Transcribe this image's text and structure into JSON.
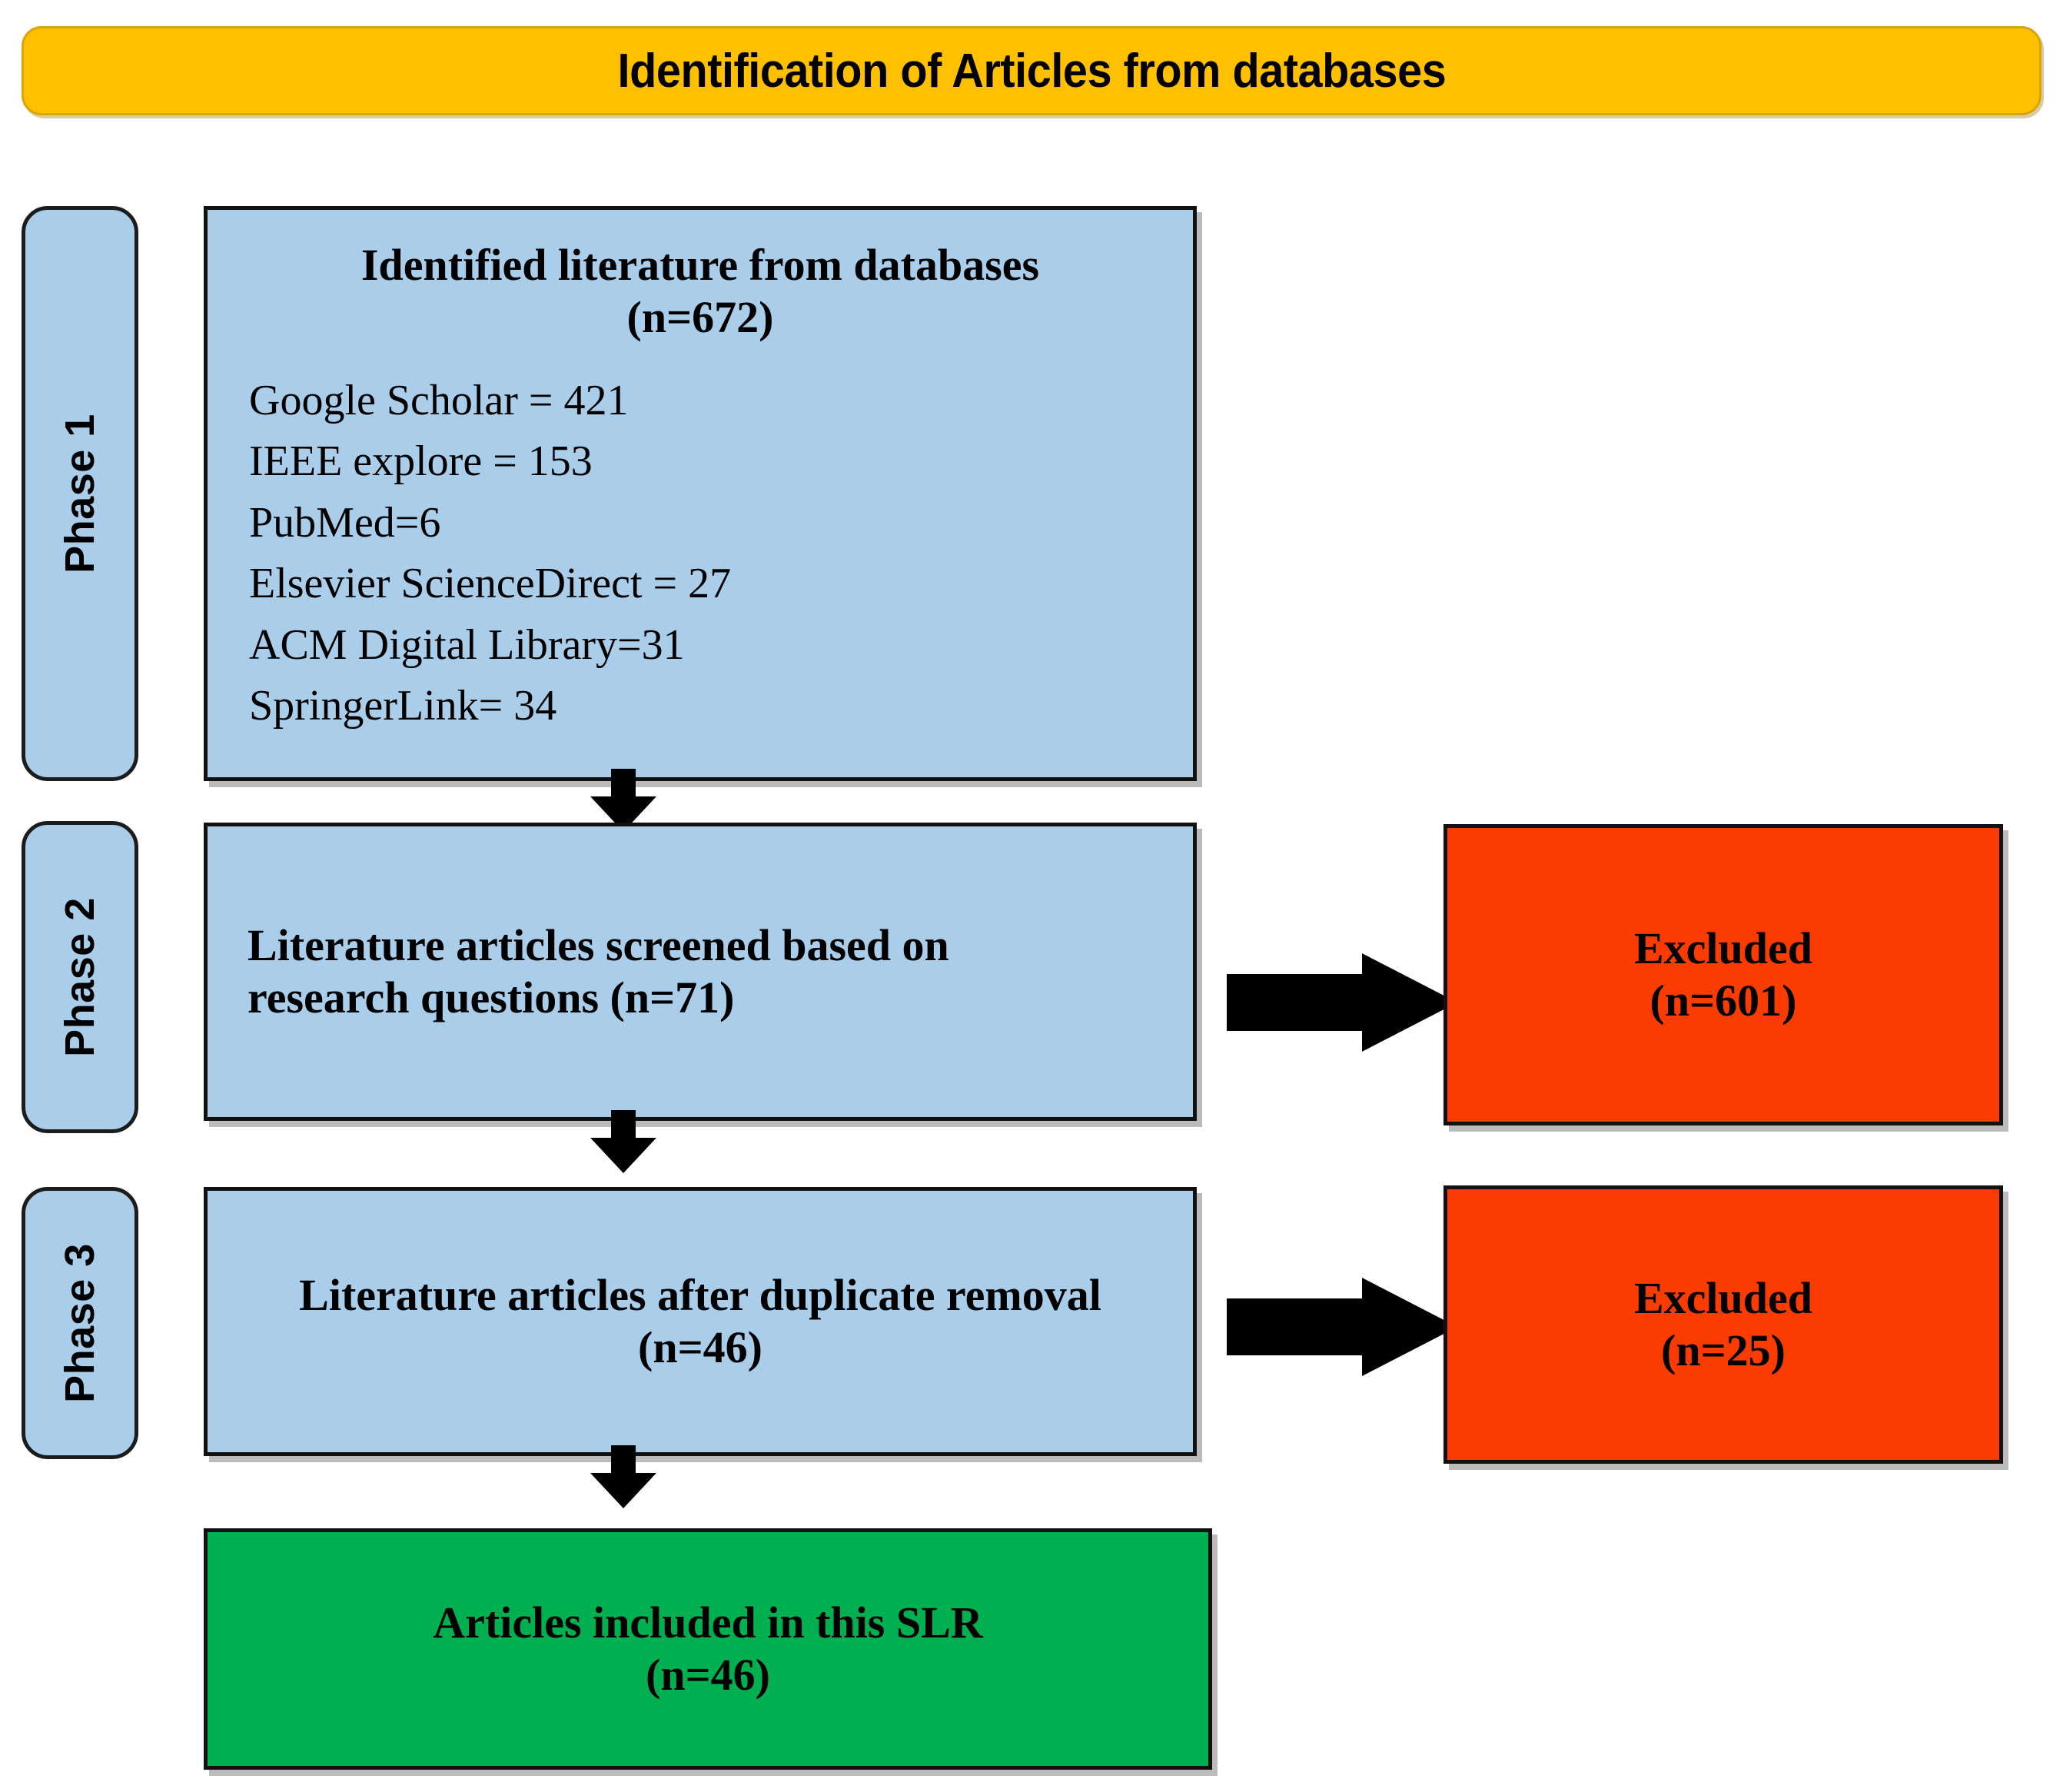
{
  "header": {
    "title": "Identification of Articles from databases",
    "color": "#FFC000"
  },
  "colors": {
    "header_amber": "#FFC000",
    "box_blue": "#AACDEA",
    "box_red": "#FA3C00",
    "box_green": "#00AF50",
    "outline_black": "#111111",
    "arrow_black": "#000000"
  },
  "phases": [
    {
      "label": "Phase 1"
    },
    {
      "label": "Phase 2"
    },
    {
      "label": "Phase 3"
    }
  ],
  "boxes": {
    "identified": {
      "heading": "Identified literature from databases",
      "count": "(n=672)",
      "sources": [
        "Google Scholar = 421",
        "IEEE explore = 153",
        "PubMed=6",
        "Elsevier ScienceDirect = 27",
        "ACM Digital Library=31",
        "SpringerLink= 34"
      ]
    },
    "screened": {
      "line1": "Literature articles screened based on",
      "line2": "research questions (n=71)"
    },
    "duplicates": {
      "heading": "Literature articles after duplicate removal",
      "count": "(n=46)"
    },
    "excluded_1": {
      "heading": "Excluded",
      "count": "(n=601)"
    },
    "excluded_2": {
      "heading": "Excluded",
      "count": "(n=25)"
    },
    "included": {
      "heading": "Articles included in this SLR",
      "count": "(n=46)"
    }
  },
  "chart_data": {
    "type": "diagram",
    "title": "Identification of Articles from databases",
    "flow": [
      {
        "stage": "Identified literature from databases",
        "n": 672,
        "phase": "Phase 1"
      },
      {
        "stage": "Literature articles screened based on research questions",
        "n": 71,
        "phase": "Phase 2"
      },
      {
        "stage": "Excluded",
        "n": 601,
        "phase": "Phase 2"
      },
      {
        "stage": "Literature articles after duplicate removal",
        "n": 46,
        "phase": "Phase 3"
      },
      {
        "stage": "Excluded",
        "n": 25,
        "phase": "Phase 3"
      },
      {
        "stage": "Articles included in this SLR",
        "n": 46,
        "phase": "Phase 3"
      }
    ],
    "source_breakdown": {
      "Google Scholar": 421,
      "IEEE explore": 153,
      "PubMed": 6,
      "Elsevier ScienceDirect": 27,
      "ACM Digital Library": 31,
      "SpringerLink": 34
    }
  }
}
